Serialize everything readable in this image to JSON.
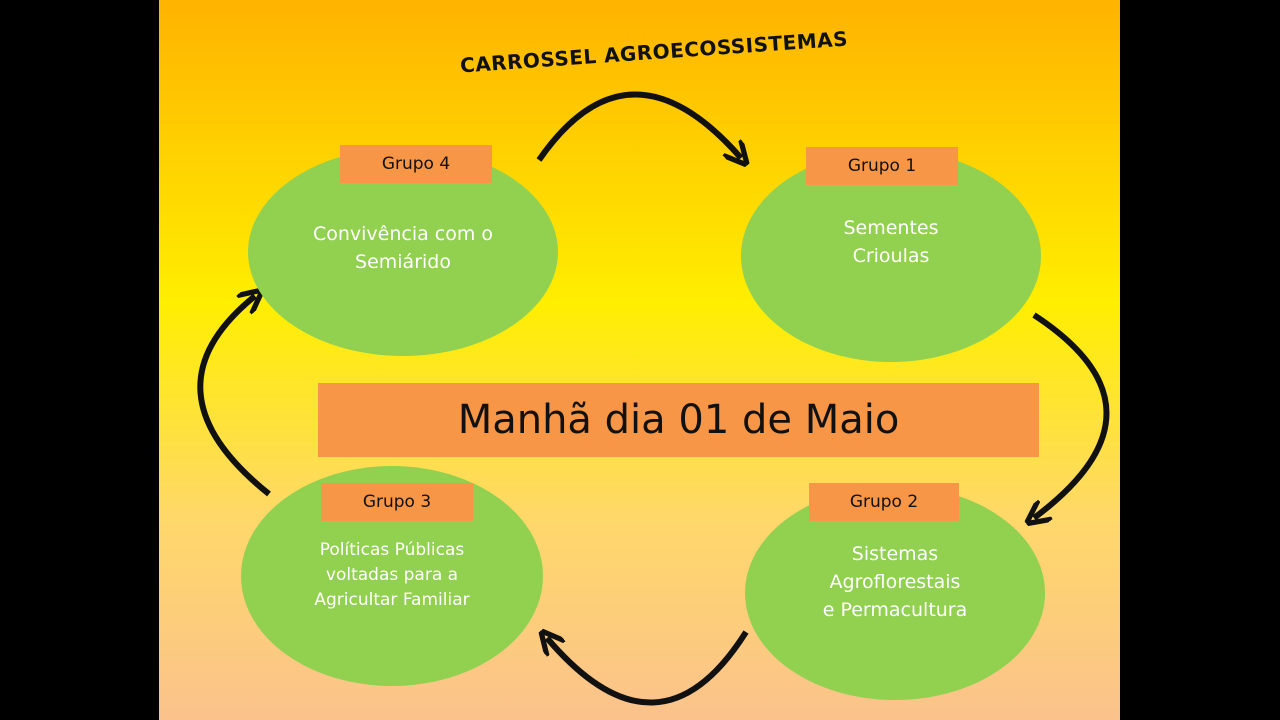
{
  "slide": {
    "title": "CARROSSEL AGROECOSSISTEMAS",
    "center_banner": "Manhã dia 01 de Maio",
    "groups": [
      {
        "label": "Grupo 4",
        "text": "Convivência com o\nSemiárido"
      },
      {
        "label": "Grupo 1",
        "text": "Sementes\nCrioulas"
      },
      {
        "label": "Grupo 3",
        "text": "Políticas Públicas\nvoltadas para a\nAgricultar Familiar"
      },
      {
        "label": "Grupo 2",
        "text": "Sistemas\nAgroflorestais\ne Permacultura"
      }
    ]
  },
  "colors": {
    "ellipse": "#92d050",
    "label_box": "#f79646",
    "arrow": "#111111",
    "background_top": "#ffb300",
    "background_bottom": "#fbc28c"
  }
}
